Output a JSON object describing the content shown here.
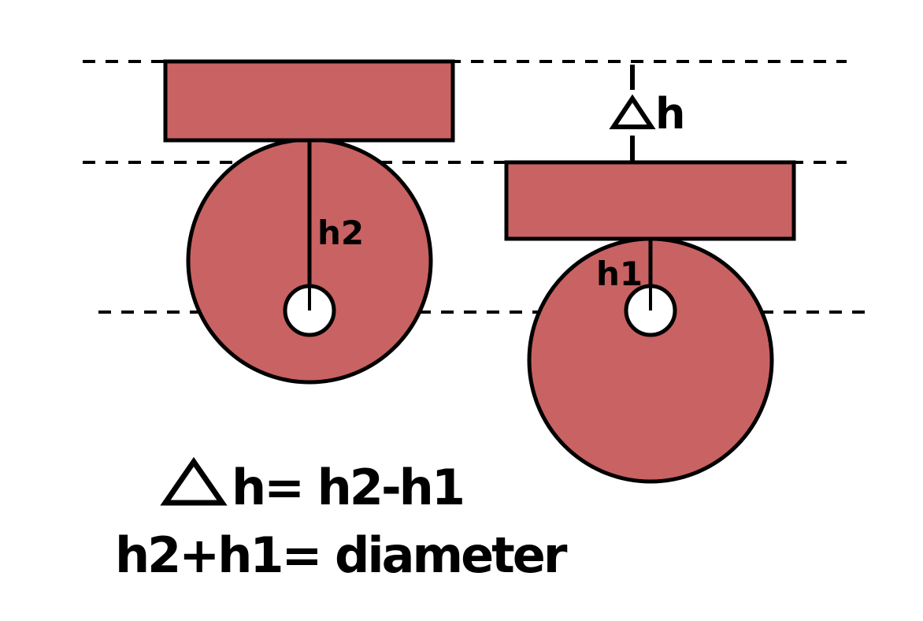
{
  "colors": {
    "fill": "#c96262",
    "stroke": "#000000",
    "background": "#ffffff"
  },
  "labels": {
    "h2": "h2",
    "h1": "h1",
    "delta_h": "h"
  },
  "formulas": {
    "line1": "h= h2-h1",
    "line2": "h2+h1= diameter"
  }
}
